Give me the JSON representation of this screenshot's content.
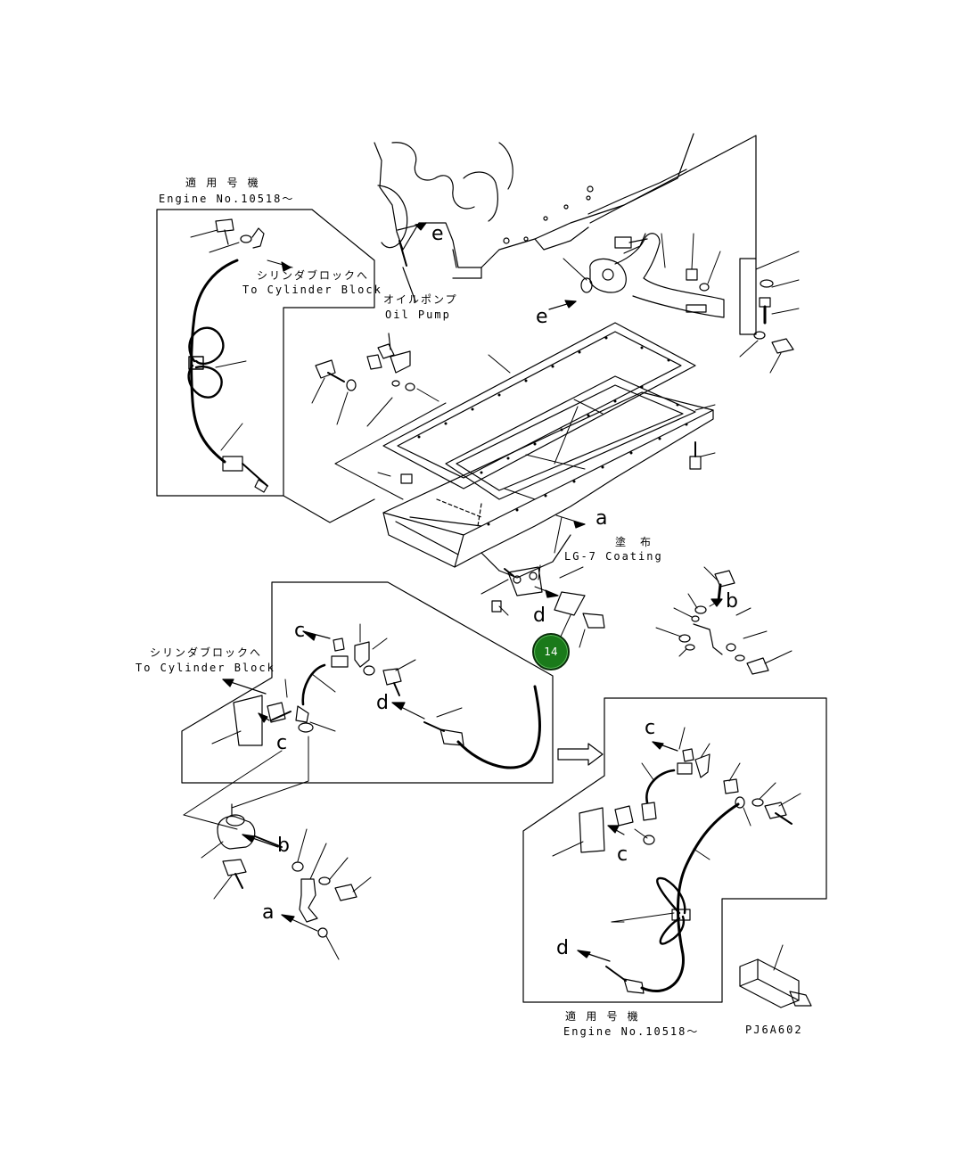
{
  "labels": {
    "applicable_jp_top": "適 用 号 機",
    "engine_no_top": "Engine No.10518～",
    "to_cyl_jp_top": "シリンダブロックへ",
    "to_cyl_en_top": "To Cylinder Block",
    "oil_pump_jp": "オイルポンプ",
    "oil_pump_en": "Oil Pump",
    "coating_jp": "塗　布",
    "coating_en": "LG-7 Coating",
    "to_cyl_jp_left": "シリンダブロックへ",
    "to_cyl_en_left": "To Cylinder Block",
    "applicable_jp_bottom": "適 用 号 機",
    "engine_no_bottom": "Engine No.10518～",
    "drawing_code": "PJ6A602"
  },
  "letters": {
    "e1": "e",
    "e2": "e",
    "a1": "a",
    "d1": "d",
    "b1": "b",
    "c1": "c",
    "d2": "d",
    "c2": "c",
    "b2": "b",
    "a2": "a",
    "c3": "c",
    "c4": "c",
    "d3": "d"
  },
  "callout": {
    "number": "14"
  }
}
